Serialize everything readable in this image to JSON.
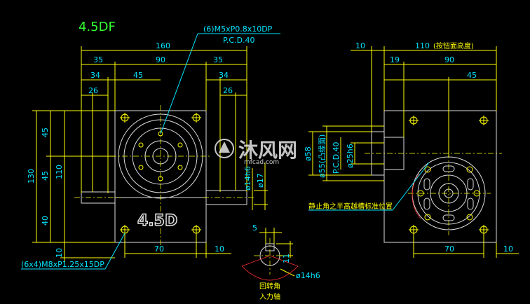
{
  "drawing": {
    "model": "4.5DF",
    "front_view": {
      "dims_top": [
        "160",
        "35",
        "90",
        "35",
        "34",
        "45",
        "34",
        "26",
        "26"
      ],
      "dims_left": [
        "130",
        "45",
        "45",
        "110",
        "40",
        "10"
      ],
      "dims_bottom": [
        "70",
        "10"
      ],
      "shaft_dims": [
        "ø14h6",
        "ø17"
      ],
      "callout_top": [
        "(6)M5xP0.8x10DP",
        "P.C.D.40"
      ],
      "callout_bottom": "(6x4)M8xP1.25x15DP",
      "body_label": "4.5D"
    },
    "side_view": {
      "dims_top": [
        "10",
        "110",
        "(按钮面高度)",
        "19",
        "90",
        "45"
      ],
      "dims_left": [
        "ø58",
        "ø55(凸缘面)",
        "P.C.D.40",
        "ø25h6"
      ],
      "dims_bottom": [
        "70",
        "10"
      ],
      "note": "静止角之半高越槽标准位置"
    },
    "shaft_detail": {
      "dims": [
        "5",
        "11",
        "ø14h6"
      ],
      "labels": [
        "回转角",
        "入力轴"
      ]
    },
    "watermark": {
      "site": "mfcad.com",
      "brand": "沐风网"
    }
  },
  "colors": {
    "background": "#000000",
    "dimension_lines": "#ffff00",
    "dimension_text": "#00e5ff",
    "outline": "#dddddd",
    "title": "#33ff33"
  }
}
